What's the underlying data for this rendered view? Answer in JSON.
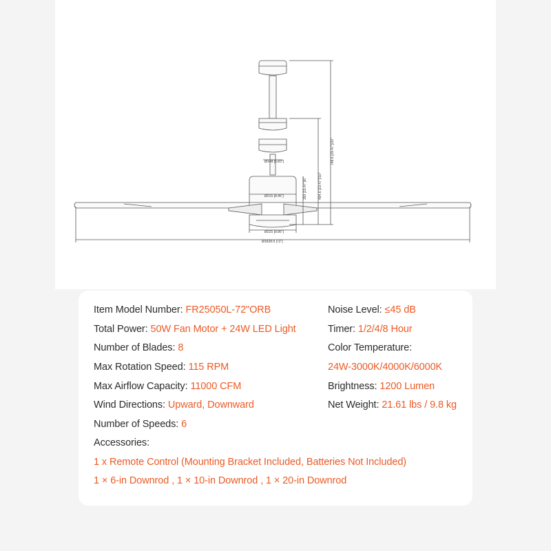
{
  "drawing": {
    "dimensions": {
      "downrod_cap_dia": "Ø148 [5.83\"]",
      "motor_dia": "Ø215 [8.46\"]",
      "light_dia": "Ø225 [8.86\"]",
      "span_dia": "Ø1828.9 [72\"]",
      "height_short": "393 [15.47\"]/6\"",
      "height_mid": "494.6 [19.47\"]/10\"",
      "height_long": "748.6 [29.47\"]/20\""
    }
  },
  "specs": {
    "item_model": {
      "label": "Item Model Number: ",
      "value": "FR25050L-72\"ORB"
    },
    "total_power": {
      "label": "Total Power:  ",
      "value": "50W Fan Motor + 24W LED Light"
    },
    "blades": {
      "label": "Number of Blades: ",
      "value": "8"
    },
    "rotation": {
      "label": "Max Rotation Speed: ",
      "value": "115 RPM"
    },
    "airflow": {
      "label": "Max Airflow Capacity: ",
      "value": "11000 CFM"
    },
    "wind": {
      "label": "Wind Directions: ",
      "value": "Upward, Downward"
    },
    "speeds": {
      "label": "Number of Speeds: ",
      "value": "6"
    },
    "accessories_label": "Accessories:",
    "accessory_line_1": "1 x Remote Control (Mounting Bracket Included, Batteries Not Included)",
    "accessory_line_2": "1 × 6-in Downrod , 1 × 10-in Downrod  ,  1 × 20-in Downrod",
    "noise": {
      "label": "Noise Level: ",
      "value": "≤45 dB"
    },
    "timer": {
      "label": "Timer: ",
      "value": "1/2/4/8 Hour"
    },
    "color_temp_label": "Color Temperature:",
    "color_temp_value": "24W-3000K/4000K/6000K",
    "brightness": {
      "label": "Brightness: ",
      "value": "1200 Lumen"
    },
    "weight": {
      "label": "Net Weight: ",
      "value": "21.61 lbs / 9.8 kg"
    }
  },
  "colors": {
    "accent": "#ec5a25",
    "text": "#2b2b2b",
    "background": "#f4f4f5",
    "card": "#ffffff"
  }
}
